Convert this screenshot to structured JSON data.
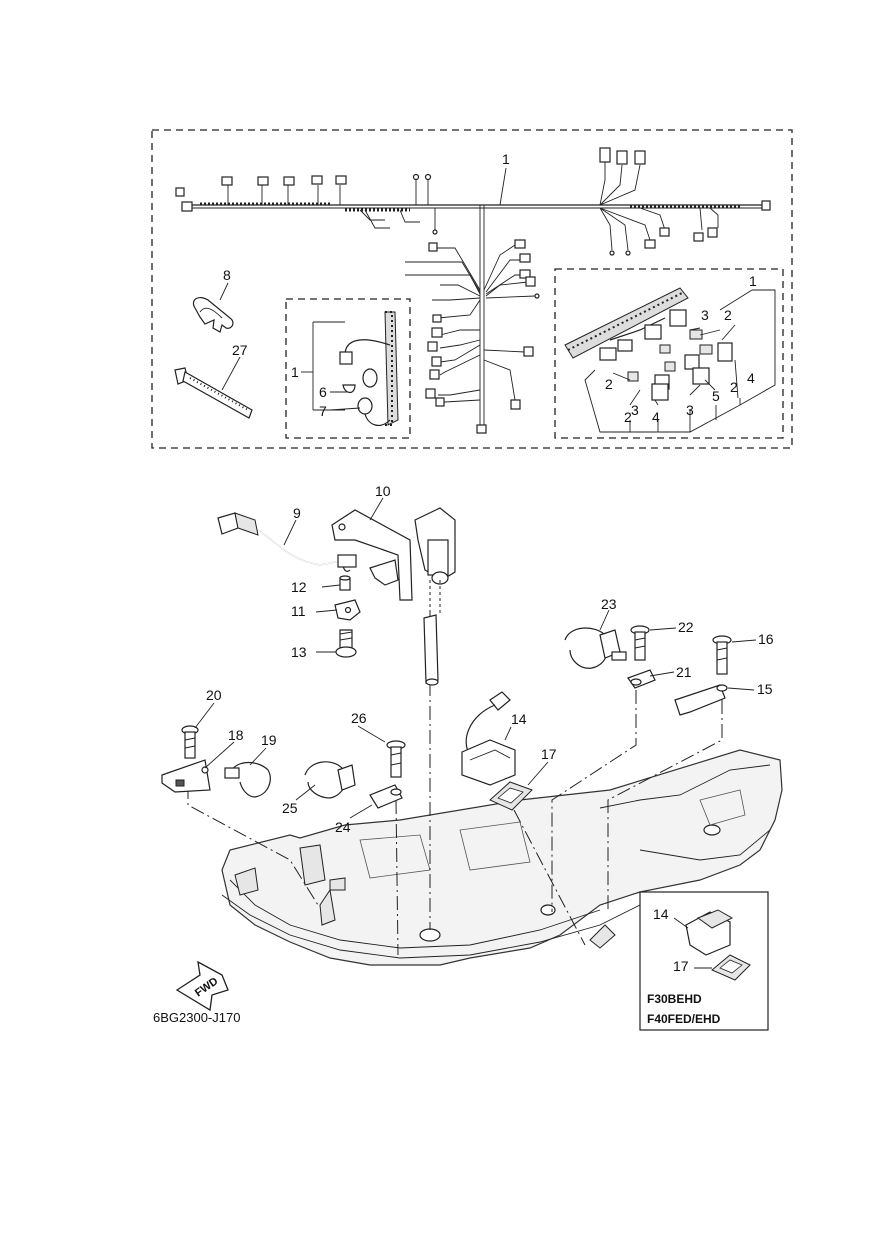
{
  "diagram_code": "6BG2300-J170",
  "fwd_label": "FWD",
  "inset_models": [
    "F30BEHD",
    "F40FED/EHD"
  ],
  "callouts": {
    "harness_main": "1",
    "harness_left": "1",
    "harness_right": "1",
    "c2a": "2",
    "c2b": "2",
    "c2c": "2",
    "c2d": "2",
    "c3a": "3",
    "c3b": "3",
    "c3c": "3",
    "c4a": "4",
    "c4b": "4",
    "c5": "5",
    "c6": "6",
    "c7": "7",
    "c8": "8",
    "c9": "9",
    "c10": "10",
    "c11": "11",
    "c12": "12",
    "c13": "13",
    "c14": "14",
    "c14i": "14",
    "c15": "15",
    "c16": "16",
    "c17": "17",
    "c17i": "17",
    "c18": "18",
    "c19": "19",
    "c20": "20",
    "c21": "21",
    "c22": "22",
    "c23": "23",
    "c24": "24",
    "c25": "25",
    "c26": "26",
    "c27": "27"
  }
}
